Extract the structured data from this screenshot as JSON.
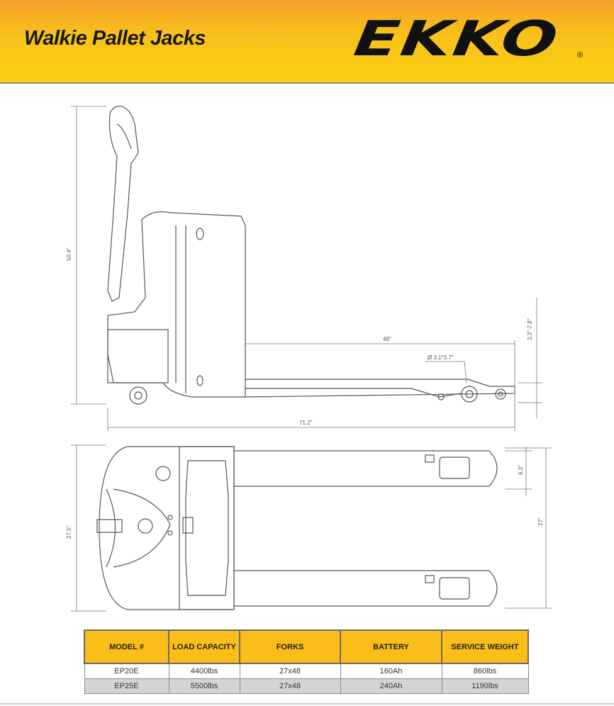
{
  "header": {
    "title": "Walkie Pallet Jacks",
    "logo_text": "EKKO",
    "logo_mark": "®"
  },
  "colors": {
    "header_orange": "#f4a12a",
    "header_yellow": "#fbd010",
    "table_header": "#fbbd17"
  },
  "dimensions": {
    "overall_height": "50.4\"",
    "fork_length": "48\"",
    "wheel_diameter": "Ø 3.1*3.7\"",
    "lift_height": "3.3\"-7.8\"",
    "overall_length": "71.2\"",
    "fork_width": "6.3\"",
    "outside_fork_width": "27\"",
    "overall_width": "27.5\""
  },
  "table": {
    "headers": [
      "MODEL #",
      "LOAD CAPACITY",
      "FORKS",
      "BATTERY",
      "SERVICE WEIGHT"
    ],
    "rows": [
      [
        "EP20E",
        "4400lbs",
        "27x48",
        "160Ah",
        "860lbs"
      ],
      [
        "EP25E",
        "5500lbs",
        "27x48",
        "240Ah",
        "1190lbs"
      ]
    ]
  }
}
